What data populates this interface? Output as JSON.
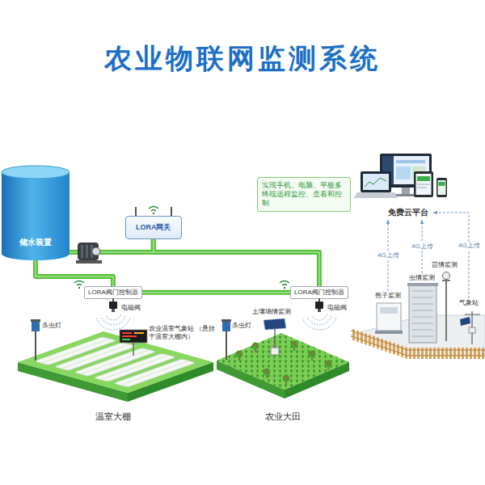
{
  "diagram": {
    "title": "农业物联网监测系统",
    "nodes": [
      {
        "text": [
          "储水装置"
        ]
      },
      {
        "text": [
          "实现手机、电脑、平板多终端远程监控、查看和控制"
        ]
      },
      {
        "text": [
          "免费云平台"
        ]
      },
      {
        "text": [
          "LORA网关"
        ]
      },
      {
        "text": [
          "LORA阀门控制器"
        ]
      },
      {
        "text": [
          "LORA阀门控制器"
        ]
      },
      {
        "text": [
          "苗情监测"
        ]
      },
      {
        "text": [
          "虫情监测"
        ]
      },
      {
        "text": [
          "孢子监测"
        ]
      },
      {
        "text": [
          "气象站"
        ]
      },
      {
        "text": [
          "温室大棚"
        ]
      },
      {
        "text": [
          "农业大田"
        ]
      }
    ],
    "edges": [
      {
        "from": 0,
        "to": 3,
        "arrow": "none"
      },
      {
        "from": 3,
        "to": 5,
        "arrow": "none"
      },
      {
        "from": 0,
        "to": 4,
        "arrow": "none"
      },
      {
        "from": 4,
        "to": 5,
        "arrow": "none"
      },
      {
        "from": 8,
        "to": 2,
        "label": "4G上传",
        "arrow": "to"
      },
      {
        "from": 7,
        "to": 2,
        "label": "4G上传",
        "arrow": "to"
      },
      {
        "from": 9,
        "to": 2,
        "label": "4G上传",
        "arrow": "to"
      }
    ],
    "labels": [
      "杀虫灯",
      "电磁阀",
      "农业温室气象站 （悬挂于温室大棚内）",
      "土壤墒情监测",
      "杀虫灯",
      "电磁阀"
    ]
  }
}
